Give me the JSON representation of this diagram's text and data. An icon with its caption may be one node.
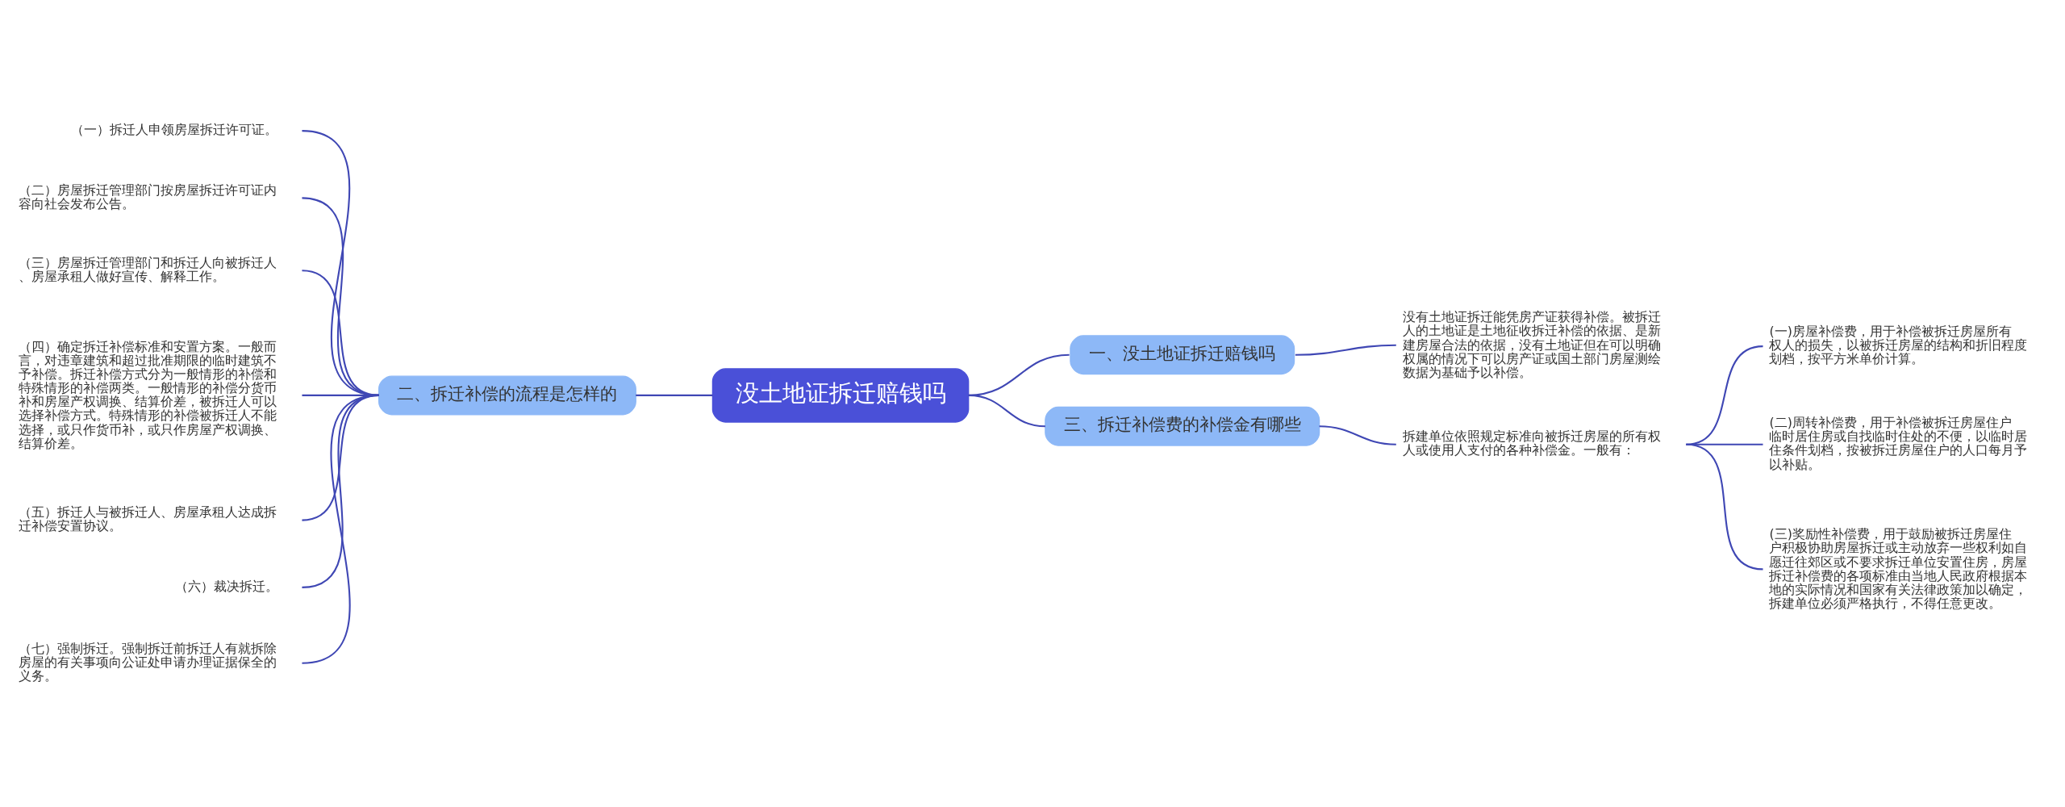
{
  "diagram": {
    "nodes": [
      {
        "text": [
          "没土地证拆迁赔钱吗"
        ]
      },
      {
        "text": [
          "一、没土地证拆迁赔钱吗"
        ]
      },
      {
        "text": [
          "没有土地证拆迁能凭房产证获得补偿。被拆迁人的土地证是土地征收拆迁补偿的依据、是新建房屋合法的依据，没有土地证但在可以明确权属的情况下可以房产证或国土部门房屋测绘数据为基础予以补偿。"
        ]
      },
      {
        "text": [
          "二、拆迁补偿的流程是怎样的"
        ]
      },
      {
        "text": [
          "（一）拆迁人申领房屋拆迁许可证。"
        ]
      },
      {
        "text": [
          "（二）房屋拆迁管理部门按房屋拆迁许可证内容向社会发布公告。"
        ]
      },
      {
        "text": [
          "（三）房屋拆迁管理部门和拆迁人向被拆迁人、房屋承租人做好宣传、解释工作。"
        ]
      },
      {
        "text": [
          "（四）确定拆迁补偿标准和安置方案。一般而言，对违章建筑和超过批准期限的临时建筑不予补偿。拆迁补偿方式分为一般情形的补偿和特殊情形的补偿两类。一般情形的补偿分货币补和房屋产权调换、结算价差，被拆迁人可以选择补偿方式。特殊情形的补偿被拆迁人不能选择，或只作货币补，或只作房屋产权调换、结算价差。"
        ]
      },
      {
        "text": [
          "（五）拆迁人与被拆迁人、房屋承租人达成拆迁补偿安置协议。"
        ]
      },
      {
        "text": [
          "（六）裁决拆迁。"
        ]
      },
      {
        "text": [
          "（七）强制拆迁。强制拆迁前拆迁人有就拆除房屋的有关事项向公证处申请办理证据保全的义务。"
        ]
      },
      {
        "text": [
          "三、拆迁补偿费的补偿金有哪些"
        ]
      },
      {
        "text": [
          "拆建单位依照规定标准向被拆迁房屋的所有权人或使用人支付的各种补偿金。一般有："
        ]
      },
      {
        "text": [
          "(一)房屋补偿费，用于补偿被拆迁房屋所有权人的损失，以被拆迁房屋的结构和折旧程度划档，按平方米单价计算。"
        ]
      },
      {
        "text": [
          "(二)周转补偿费，用于补偿被拆迁房屋住户临时居住房或自找临时住处的不便，以临时居住条件划档，按被拆迁房屋住户的人口每月予以补贴。"
        ]
      },
      {
        "text": [
          "(三)奖励性补偿费，用于鼓励被拆迁房屋住户积极协助房屋拆迁或主动放弃一些权利如自愿迁往郊区或不要求拆迁单位安置住房，房屋拆迁补偿费的各项标准由当地人民政府根据本地的实际情况和国家有关法律政策加以确定，拆建单位必须严格执行，不得任意更改。"
        ]
      }
    ],
    "edges": [
      {
        "from": 0,
        "to": 1,
        "arrow": "none"
      },
      {
        "from": 1,
        "to": 2,
        "arrow": "none"
      },
      {
        "from": 0,
        "to": 3,
        "arrow": "none"
      },
      {
        "from": 3,
        "to": 4,
        "arrow": "none"
      },
      {
        "from": 3,
        "to": 5,
        "arrow": "none"
      },
      {
        "from": 3,
        "to": 6,
        "arrow": "none"
      },
      {
        "from": 3,
        "to": 7,
        "arrow": "none"
      },
      {
        "from": 3,
        "to": 8,
        "arrow": "none"
      },
      {
        "from": 3,
        "to": 9,
        "arrow": "none"
      },
      {
        "from": 3,
        "to": 10,
        "arrow": "none"
      },
      {
        "from": 0,
        "to": 11,
        "arrow": "none"
      },
      {
        "from": 11,
        "to": 12,
        "arrow": "none"
      },
      {
        "from": 12,
        "to": 13,
        "arrow": "none"
      },
      {
        "from": 12,
        "to": 14,
        "arrow": "none"
      },
      {
        "from": 12,
        "to": 15,
        "arrow": "none"
      }
    ]
  }
}
